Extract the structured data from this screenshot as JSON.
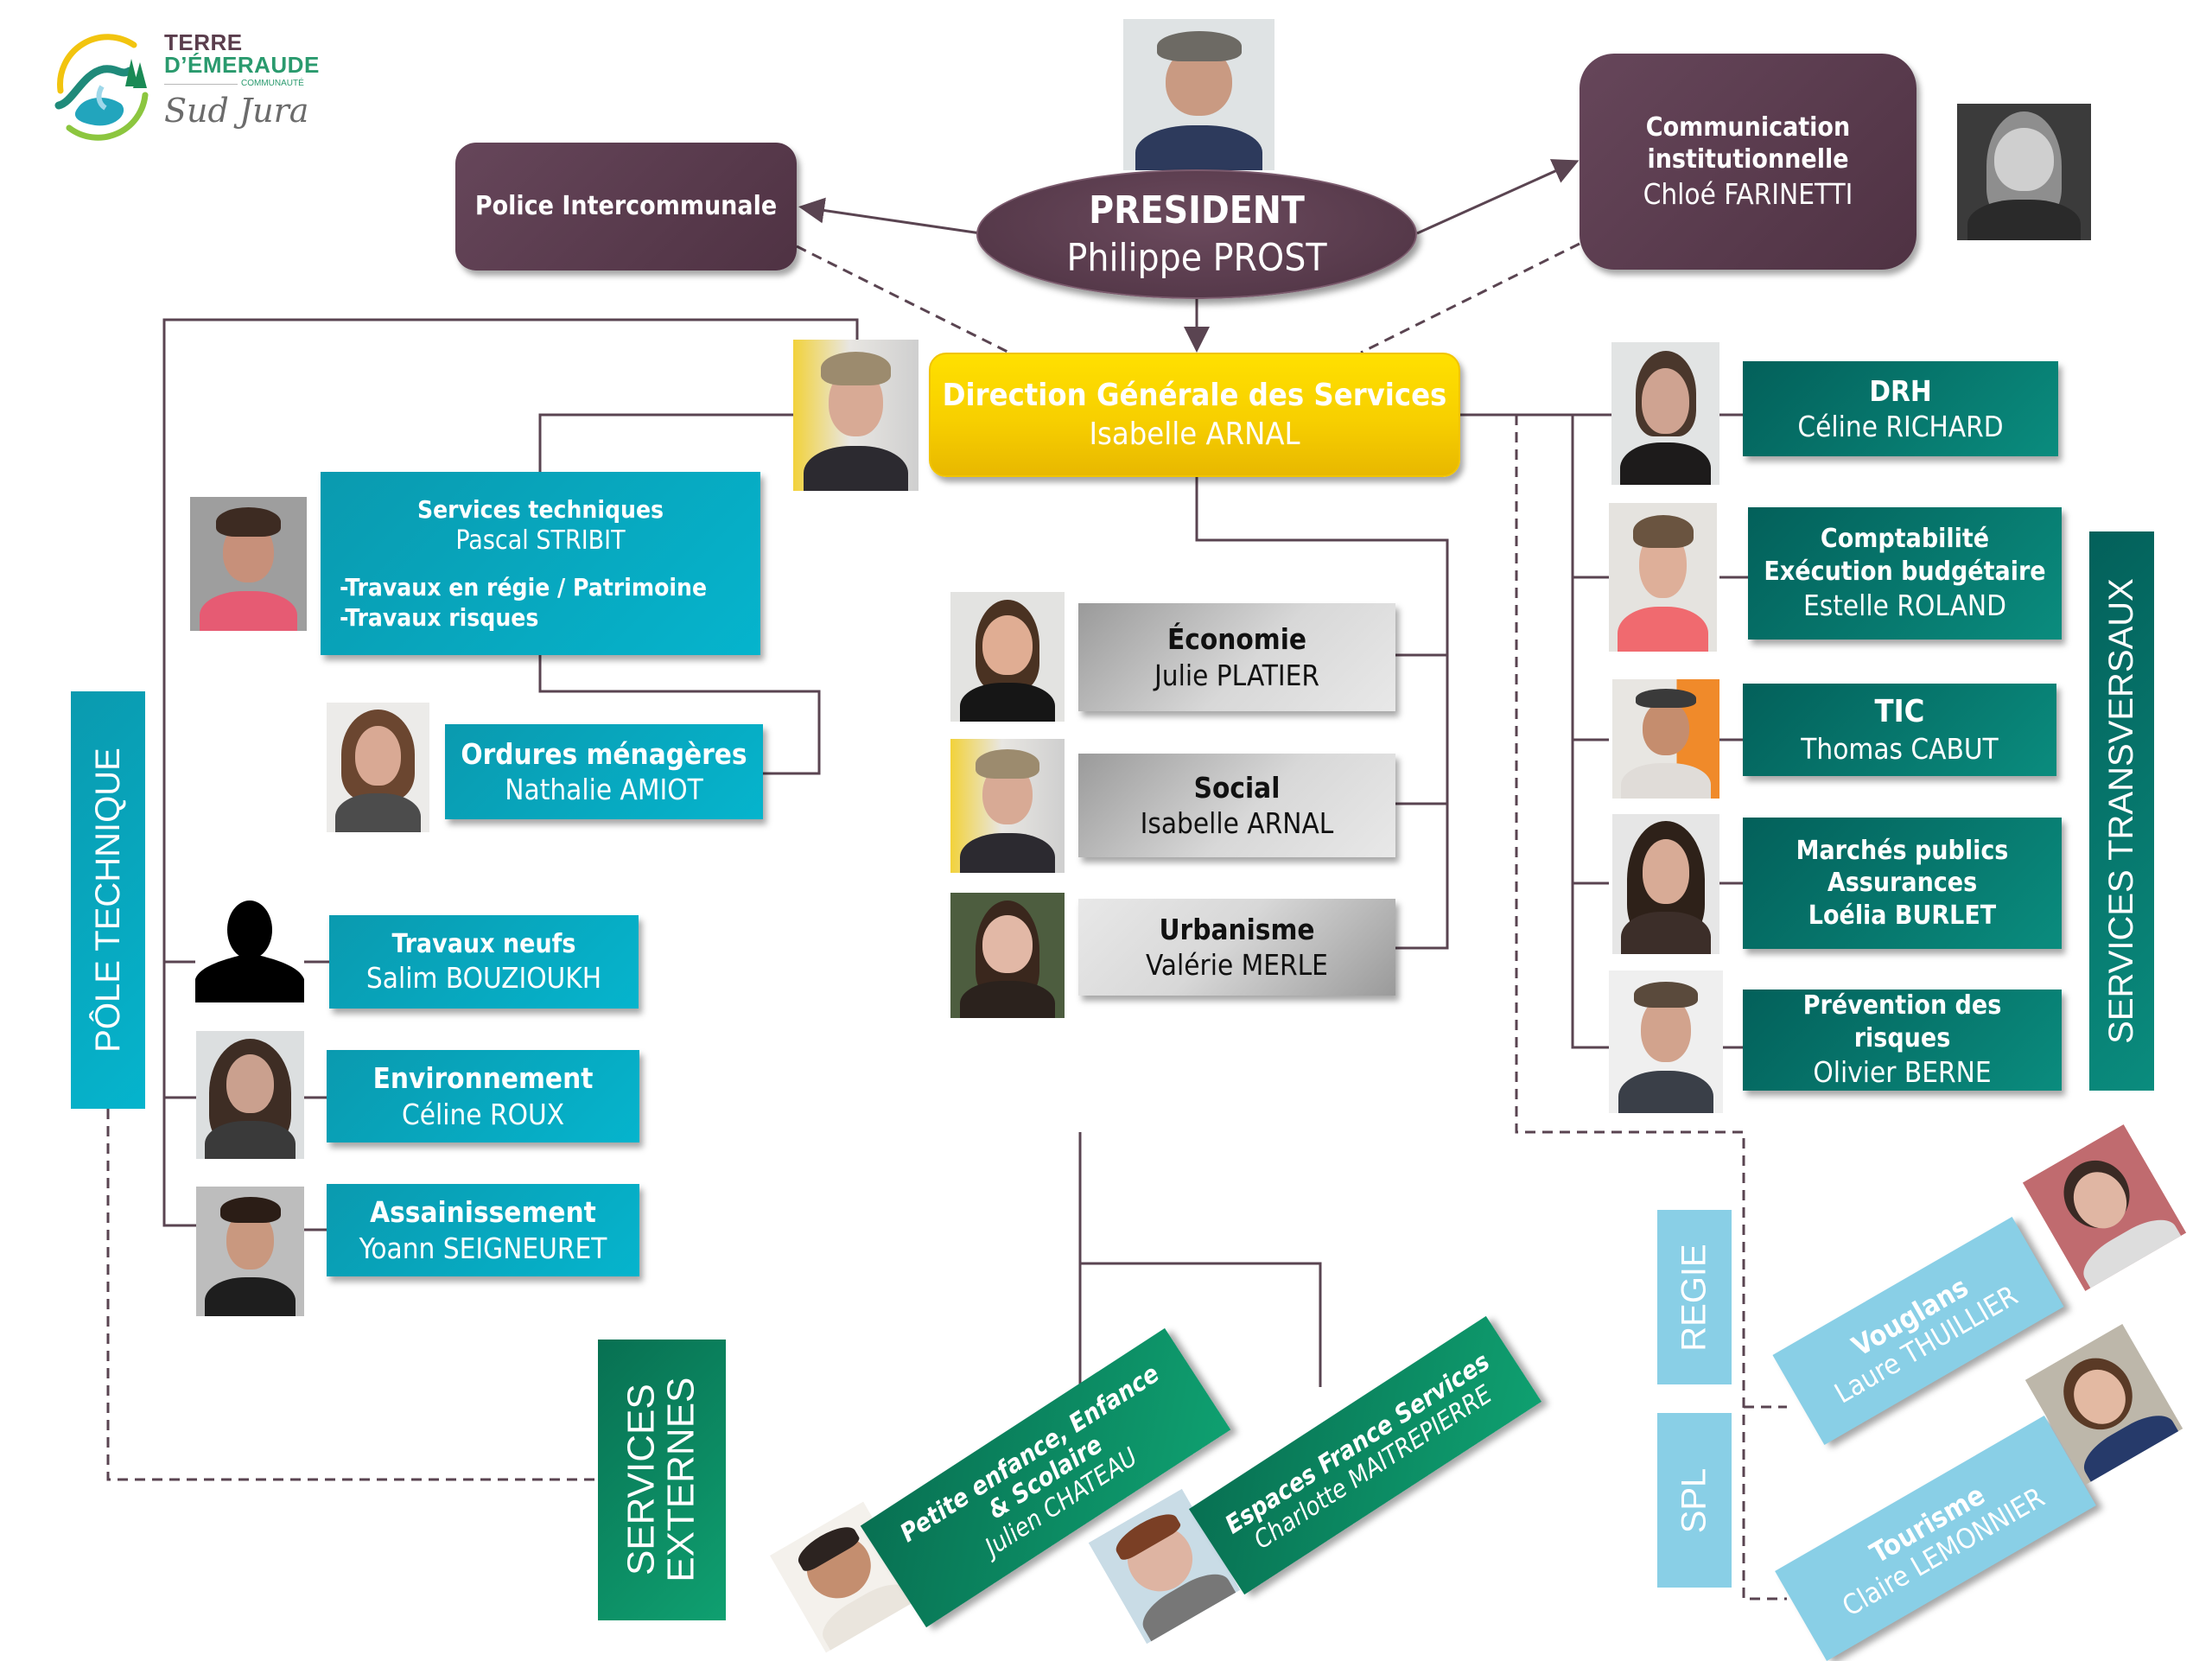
{
  "logo": {
    "line1": "TERRE",
    "line2": "D’ÉMERAUDE",
    "line3": "COMMUNAUTÉ",
    "line4": "Sud Jura",
    "icon": "lake-mountain-logo-icon"
  },
  "colors": {
    "plum": "#5a3d4c",
    "yellow": "#f7cf00",
    "teal": "#05b4cd",
    "dark_teal": "#07786d",
    "green": "#0c8a60",
    "light_blue": "#89cfe6",
    "gray": "#c8c8c8",
    "connector": "#5a4451"
  },
  "president": {
    "title": "PRESIDENT",
    "name": "Philippe PROST"
  },
  "police": {
    "title": "Police Intercommunale"
  },
  "communication": {
    "title_line1": "Communication",
    "title_line2": "institutionnelle",
    "name": "Chloé FARINETTI"
  },
  "dgs": {
    "title": "Direction Générale des Services",
    "name": "Isabelle ARNAL"
  },
  "pole_technique": {
    "label": "PÔLE TECHNIQUE",
    "services_techniques": {
      "title": "Services techniques",
      "name": "Pascal STRIBIT",
      "items": [
        "-Travaux en régie / Patrimoine",
        "-Travaux risques"
      ]
    },
    "ordures": {
      "title": "Ordures ménagères",
      "name": "Nathalie AMIOT"
    },
    "travaux_neufs": {
      "title": "Travaux neufs",
      "name": "Salim BOUZIOUKH"
    },
    "environnement": {
      "title": "Environnement",
      "name": "Céline ROUX"
    },
    "assainissement": {
      "title": "Assainissement",
      "name": "Yoann SEIGNEURET"
    }
  },
  "central_services": [
    {
      "title": "Économie",
      "name": "Julie PLATIER"
    },
    {
      "title": "Social",
      "name": "Isabelle ARNAL"
    },
    {
      "title": "Urbanisme",
      "name": "Valérie MERLE"
    }
  ],
  "services_transversaux": {
    "label": "SERVICES TRANSVERSAUX",
    "items": [
      {
        "lines": [
          "DRH"
        ],
        "name": "Céline RICHARD"
      },
      {
        "lines": [
          "Comptabilité",
          "Exécution budgétaire"
        ],
        "name": "Estelle ROLAND"
      },
      {
        "lines": [
          "TIC"
        ],
        "name": "Thomas CABUT"
      },
      {
        "lines": [
          "Marchés publics",
          "Assurances"
        ],
        "name": "Loélia BURLET"
      },
      {
        "lines": [
          "Prévention des",
          "risques"
        ],
        "name": "Olivier BERNE"
      }
    ]
  },
  "services_externes": {
    "label_line1": "SERVICES",
    "label_line2": "EXTERNES",
    "items": [
      {
        "title_line1": "Petite enfance, Enfance",
        "title_line2": "& Scolaire",
        "name": "Julien CHATEAU"
      },
      {
        "title_line1": "Espaces France Services",
        "title_line2": "",
        "name": "Charlotte MAITREPIERRE"
      }
    ]
  },
  "regie": {
    "label": "REGIE",
    "item": {
      "title": "Vouglans",
      "name": "Laure THUILLIER"
    }
  },
  "spl": {
    "label": "SPL",
    "item": {
      "title": "Tourisme",
      "name": "Claire LEMONNIER"
    }
  }
}
